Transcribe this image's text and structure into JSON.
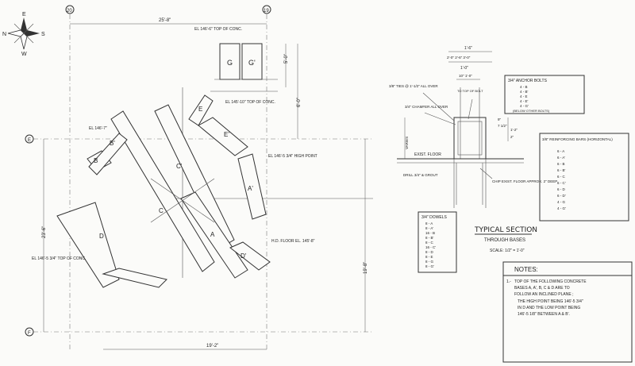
{
  "compass": {
    "n": "N",
    "e": "E",
    "s": "S",
    "w": "W"
  },
  "grid": {
    "col_a": "20",
    "col_b": "19",
    "row_top": "E",
    "row_bottom": "F"
  },
  "plan_dims": {
    "top_overall": "25'-8\"",
    "left_overall": "23'-6\"",
    "right_overall": "19'-8\"",
    "bottom": "19'-2\"",
    "right_upper": "6'-0\"",
    "g_width": "5'-0\""
  },
  "pedestals": {
    "g": "G",
    "g1": "G'"
  },
  "beams": {
    "e": "E",
    "e1": "E'",
    "b": "B",
    "b1": "B'",
    "c": "C",
    "c1": "C'",
    "a": "A",
    "a1": "A'",
    "d": "D",
    "d1": "D'"
  },
  "plan_notes": {
    "el_top_conc": "EL 146'-6\" TOP OF CONC.",
    "el_e_top": "EL 145'-10\" TOP OF CONC.",
    "el_left": "EL 146'-7\"",
    "el_high": "EL 146'-5 3/4\" HIGH POINT",
    "hd_floor": "H.D. FLOOR EL. 145'-8\"",
    "el_d": "EL 146'-5 3/4\" TOP OF CONC."
  },
  "section": {
    "title": "TYPICAL SECTION",
    "subtitle": "THROUGH BASES",
    "scale": "SCALE: 1/2\" = 1'-0\"",
    "top_width": "1'-6\"",
    "top_sub": "2'-0\" 2'-6\" 3'-0\"",
    "inner_width": "1'-0\"",
    "inner_sub": "10\" 1'-0\"",
    "ties": "3/8\" TIES @ 1'-1/2\" ALL OVER",
    "chamfer": "3/4\" CHAMFER ALL OVER",
    "top_of_bolt": "TO TOP OF BOLT",
    "exist_floor": "EXIST. FLOOR",
    "varies": "VARIES",
    "dowels_note": "DRILL 3/4\" & GROUT",
    "chip_note": "CHIP EXIST. FLOOR APPROX. 2\" DEEP",
    "dims_right": [
      "1'-2\"",
      "2\"",
      "7 1/2\"",
      "9\""
    ]
  },
  "anchor_bolts": {
    "title": "3/4\" ANCHOR BOLTS",
    "rows": [
      "4 - B",
      "4 - B'",
      "4 - E",
      "4 - E'",
      "4 - G'"
    ],
    "note": "(BELOW OTHER BOLTS)"
  },
  "reinforcing": {
    "title": "3/8\" REINFORCING BARS (HORIZONTAL)",
    "rows": [
      "6 - A",
      "6 - A'",
      "6 - B",
      "6 - B'",
      "6 - C",
      "6 - C'",
      "6 - D",
      "6 - D'",
      "4 - G",
      "4 - G'"
    ]
  },
  "dowels": {
    "title": "3/4\" DOWELS",
    "rows": [
      "8 - A",
      "8 - A'",
      "16 - B",
      "8 - B'",
      "8 - C",
      "16 - C'",
      "8 - D",
      "8 - E",
      "8 - G",
      "8 - G'"
    ]
  },
  "notes": {
    "title": "NOTES:",
    "num": "1.-",
    "lines": [
      "TOP OF THE FOLLOWING CONCRETE",
      "BASES A, A', B, C & D ARE TO",
      "FOLLOW AN INCLINED PLANE ;",
      "THE HIGH POINT BEING 146'-5 3/4\"",
      "IN D AND THE LOW POINT BEING",
      "146'-5 1/8\" BETWEEN A & B'."
    ]
  }
}
